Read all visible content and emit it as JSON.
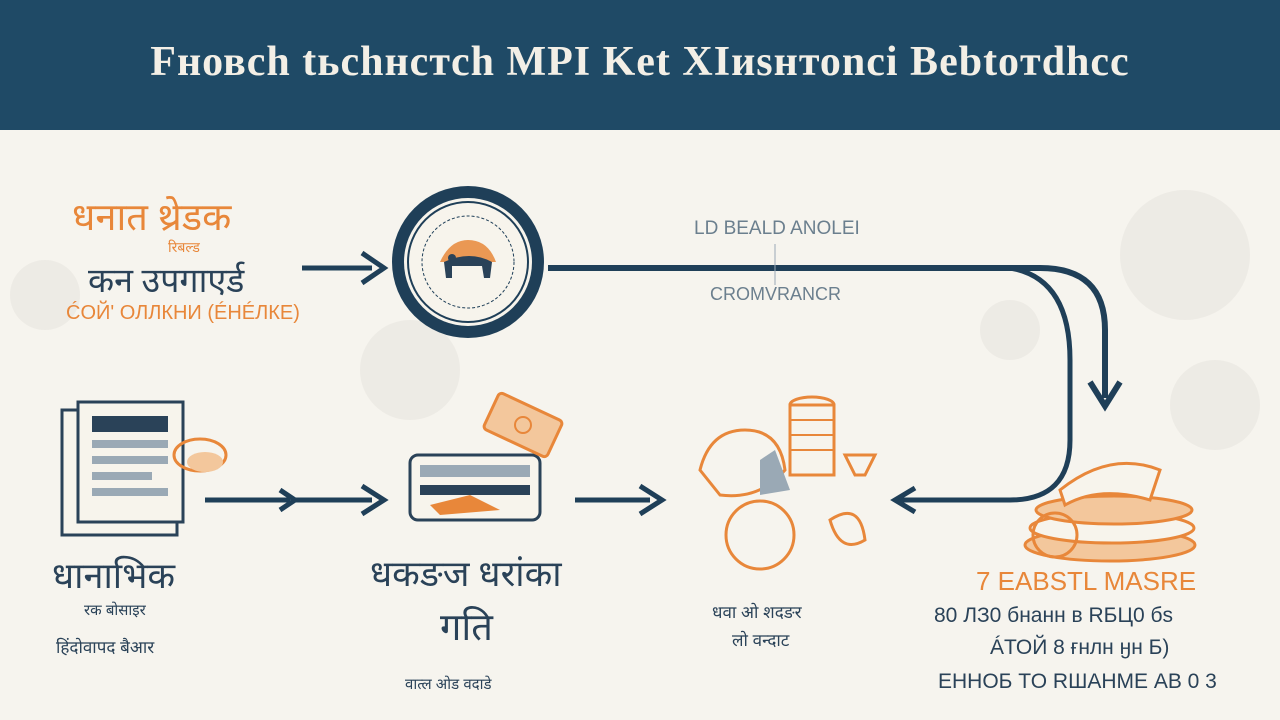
{
  "header": {
    "title": "Fновch tьchнcтch MPI Ket XIиsнтоnci Bebtoтdhcc"
  },
  "colors": {
    "header_bg": "#1f4a66",
    "accent": "#e8873a",
    "navy": "#1f3f58",
    "background": "#f6f4ee"
  },
  "top_left": {
    "line1": "धनात थ्रेडक",
    "line2": "रिबल्ड",
    "line3": "कन उपगाएर्ड",
    "line4": "ĆОЙ' ОЛЛКНИ (ÉНÉЛКЕ)"
  },
  "seal": {
    "icon": "central-bank-seal-icon"
  },
  "flow_labels": {
    "above_line": "LD BEALD ANOLEI",
    "below_line": "CROMVRANCR"
  },
  "stage1": {
    "icon": "document-stack-icon",
    "title": "धानाभिक",
    "subtitle": "रक बोसाइर",
    "caption": "हिंदोवापद बैआर"
  },
  "stage2": {
    "icon": "cash-machine-icon",
    "title": "धकङज धरांका",
    "subtitle": "गति",
    "caption": "वात्ल ओड वदाडे"
  },
  "stage3": {
    "icon": "coins-and-money-bags-icon",
    "line1": "धवा ओ शदङर",
    "line2": "लो वन्दाट"
  },
  "stage4": {
    "icon": "coin-stack-icon",
    "title": "7 EABSTL MASRE",
    "line1": "80 ЛЗ0 бнанн в RБЦ0 бs",
    "line2": "ÁТОЙ 8 ғнлн ӈн Б)",
    "line3": "ЕННОБ TO RШАНМЕ AB 0 3"
  }
}
